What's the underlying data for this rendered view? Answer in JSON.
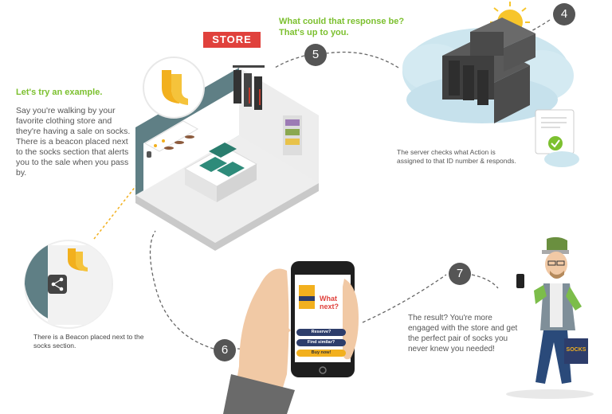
{
  "intro": {
    "title": "Let's try an example.",
    "body": "Say you're walking by your favorite clothing store and they're having a sale on socks. There is a beacon placed next to the socks section that alerts you to the sale when you pass by."
  },
  "store": {
    "sign": "STORE"
  },
  "response": {
    "question": "What could that response be? That's up to you."
  },
  "server": {
    "caption": "The server checks what Action is assigned to that ID number & responds."
  },
  "beacon": {
    "caption": "There is a Beacon placed next to the socks section."
  },
  "phone": {
    "title": "What next?",
    "buttons": [
      "Reserve?",
      "Find similar?",
      "Buy now!"
    ]
  },
  "result": {
    "text": "The result? You're more engaged with the store and get the perfect pair of socks you never knew you needed!"
  },
  "bag": {
    "label": "SOCKS"
  },
  "steps": [
    "4",
    "5",
    "6",
    "7"
  ],
  "colors": {
    "accent_green": "#7cc02f",
    "store_red": "#e0413c",
    "step_gray": "#555555",
    "sock_yellow": "#f2b01e"
  }
}
